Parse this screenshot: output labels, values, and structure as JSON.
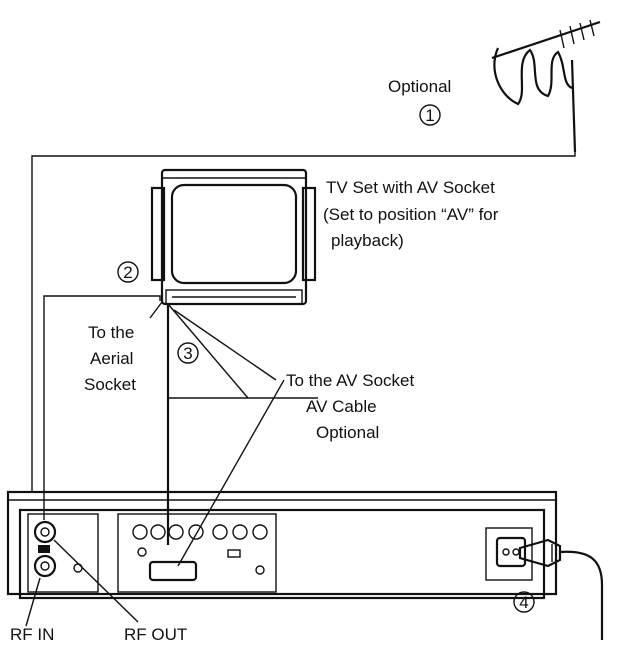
{
  "labels": {
    "optional_top": "Optional",
    "step1": "1",
    "tv_line1": "TV Set with AV Socket",
    "tv_line2": "(Set to position “AV” for",
    "tv_line3": "playback)",
    "step2": "2",
    "aerial_line1": "To the",
    "aerial_line2": "Aerial",
    "aerial_line3": "Socket",
    "step3": "3",
    "av_line1": "To the AV Socket",
    "av_line2": "AV Cable",
    "av_line3": "Optional",
    "step4": "4",
    "rf_in": "RF IN",
    "rf_out": "RF OUT"
  }
}
